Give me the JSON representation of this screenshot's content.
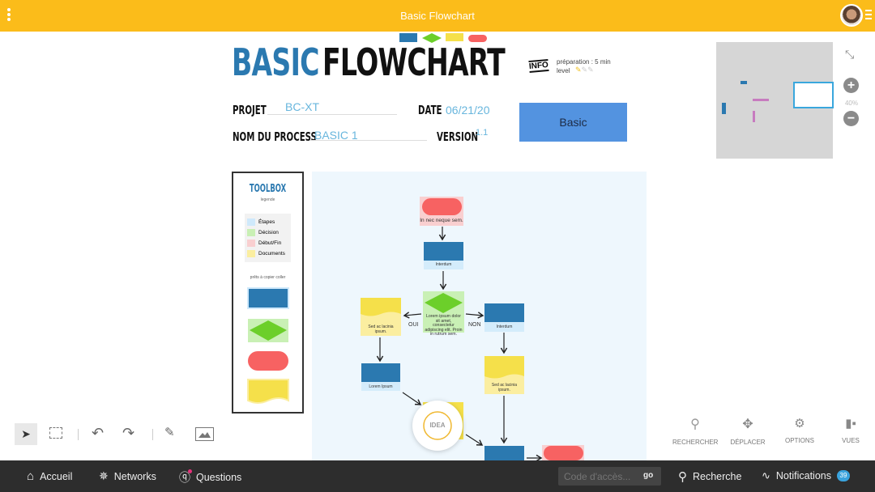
{
  "header": {
    "title": "Basic Flowchart"
  },
  "board": {
    "title_part1": "BASIC",
    "title_part2": "FLOWCHART",
    "info": {
      "badge": "INFO",
      "preparation": "préparation : 5 min",
      "level_label": "level",
      "level_value": 1,
      "level_max": 3
    },
    "fields": {
      "projet_label": "PROJET",
      "projet_value": "BC-XT",
      "date_label": "DATE",
      "date_value": "06/21/20",
      "nom_label": "NOM DU PROCESS",
      "nom_value": "BASIC 1",
      "version_label": "VERSION",
      "version_value": "1.1"
    },
    "basic_button": "Basic",
    "toolbox": {
      "title": "TOOLBOX",
      "subtitle": "legende",
      "legend": [
        {
          "label": "Étapes",
          "color": "#cfe9fb"
        },
        {
          "label": "Décision",
          "color": "#c9f0b5"
        },
        {
          "label": "Début/Fin",
          "color": "#f9cfd0"
        },
        {
          "label": "Documents",
          "color": "#fbeea0"
        }
      ],
      "copy_hint": "prêts à copier coller"
    },
    "flow": {
      "start": "In nec neque sem.",
      "step1": "Interdum",
      "decision": "Lorem ipsum dolor sit amet, consectetur adipiscing elit. Proin in rutrum sem.",
      "yes": "OUI",
      "no": "NON",
      "doc_left": "Sed ac lacinia ipsum.",
      "step_right": "Interdum",
      "doc_right": "Sed ac lacinia ipsum.",
      "step_left": "Lorem Ipsum",
      "idea": "IDEA"
    }
  },
  "zoom": {
    "level": "40%"
  },
  "tools": [
    "RECHERCHER",
    "DÉPLACER",
    "OPTIONS",
    "VUES"
  ],
  "nav": {
    "home": "Accueil",
    "networks": "Networks",
    "questions": "Questions",
    "code_placeholder": "Code d'accès...",
    "go": "go",
    "search": "Recherche",
    "notifications": "Notifications",
    "notif_count": "39"
  },
  "colors": {
    "accent": "#fbbc1a",
    "process": "#2b79b0",
    "decision": "#6ccf2a",
    "terminal": "#f76262",
    "document": "#f5e04a"
  }
}
